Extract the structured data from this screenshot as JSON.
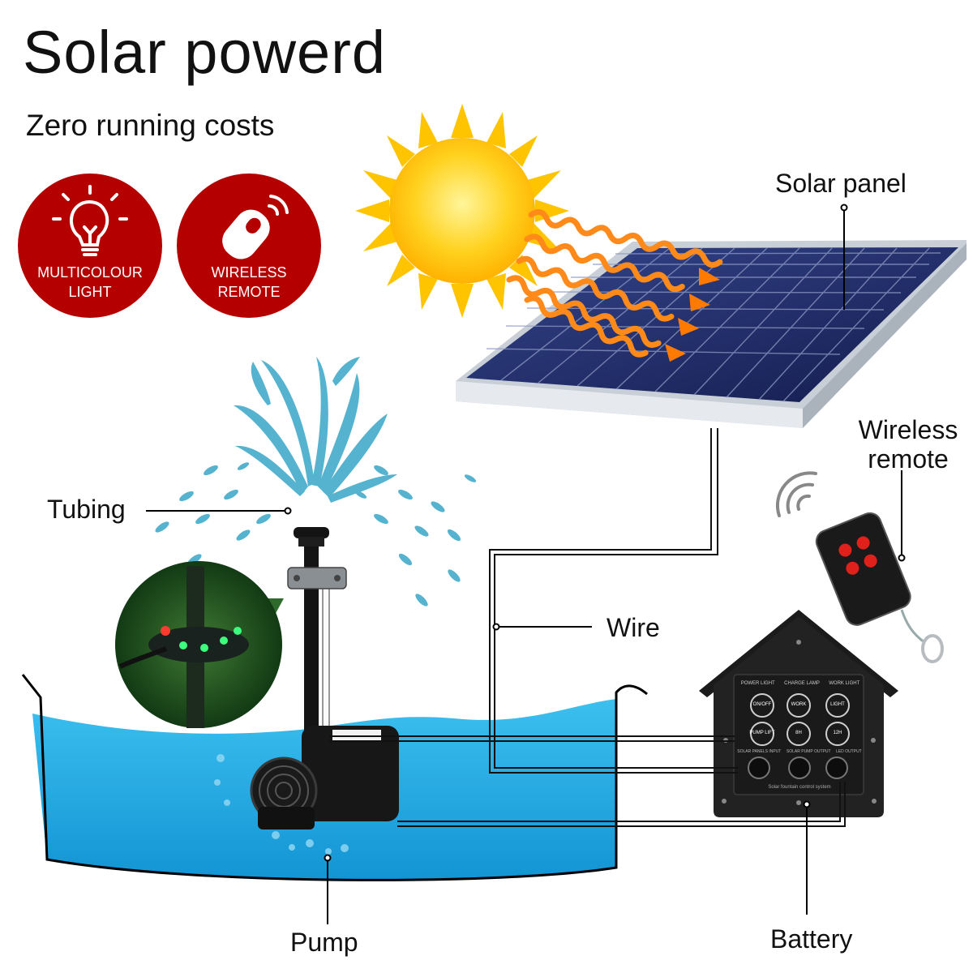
{
  "header": {
    "title": "Solar powerd",
    "subtitle": "Zero running costs"
  },
  "badges": [
    {
      "line1": "MULTICOLOUR",
      "line2": "LIGHT",
      "icon": "lightbulb-icon"
    },
    {
      "line1": "WIRELESS",
      "line2": "REMOTE",
      "icon": "remote-icon"
    }
  ],
  "labels": {
    "solar_panel": "Solar panel",
    "wireless_remote_1": "Wireless",
    "wireless_remote_2": "remote",
    "tubing": "Tubing",
    "wire": "Wire",
    "pump": "Pump",
    "battery": "Battery"
  },
  "controller": {
    "top_labels": [
      "POWER LIGHT",
      "CHARGE LAMP",
      "WORK LIGHT"
    ],
    "buttons": [
      "ON/OFF",
      "WORK",
      "LIGHT",
      "PUMP LIFT",
      "8H",
      "12H"
    ],
    "ports": [
      "SOLAR PANELS INPUT",
      "SOLAR PUMP OUTPUT",
      "LED OUTPUT"
    ],
    "footer": "Solar fountain control system"
  },
  "colors": {
    "badge": "#b50000",
    "water": "#1ea8df",
    "sun": "#ffc400",
    "panel": "#1e2a66"
  }
}
